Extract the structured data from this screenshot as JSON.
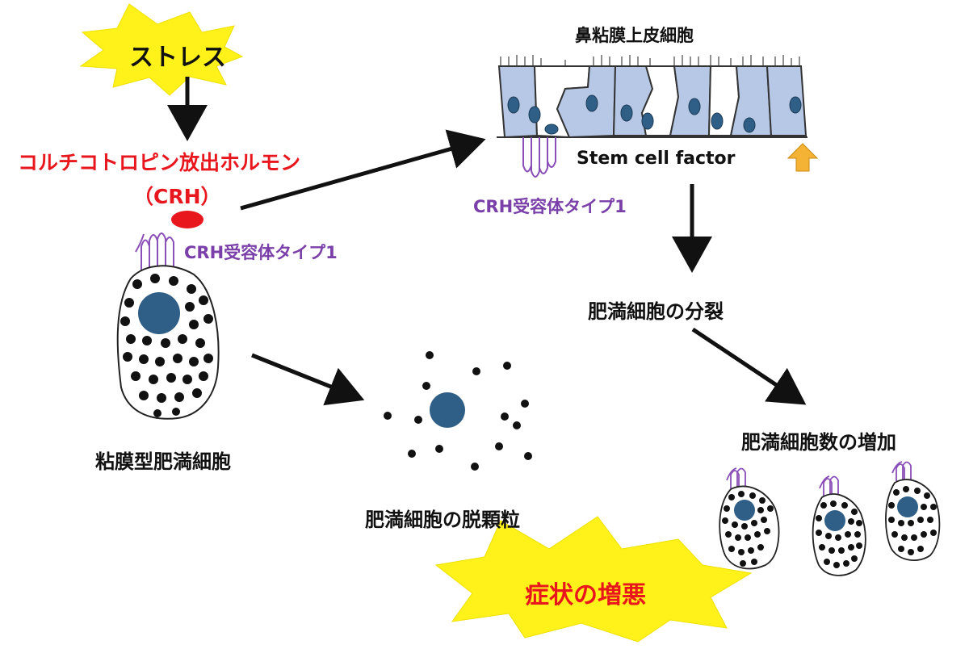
{
  "labels": {
    "stress": "ストレス",
    "crh_line1": "コルチコトロピン放出ホルモン",
    "crh_line2": "（CRH）",
    "receptor_left": "CRH受容体タイプ1",
    "receptor_right": "CRH受容体タイプ1",
    "mucosal_mast_cell": "粘膜型肥満細胞",
    "degranulation": "肥満細胞の脱顆粒",
    "epithelium": "鼻粘膜上皮細胞",
    "stem_cell_factor": "Stem cell factor",
    "division": "肥満細胞の分裂",
    "increase": "肥満細胞数の増加",
    "worsening": "症状の増悪"
  },
  "colors": {
    "burst": "#fff21a",
    "crh_red": "#e8171d",
    "receptor_purple": "#8a4fb8",
    "nucleus": "#2f5f86",
    "epithelial_cell": "#b7c8e6",
    "up_arrow": "#f5b335",
    "text": "#111111"
  },
  "icons": {
    "up_arrow": "up-arrow-icon",
    "burst": "starburst-shape"
  }
}
